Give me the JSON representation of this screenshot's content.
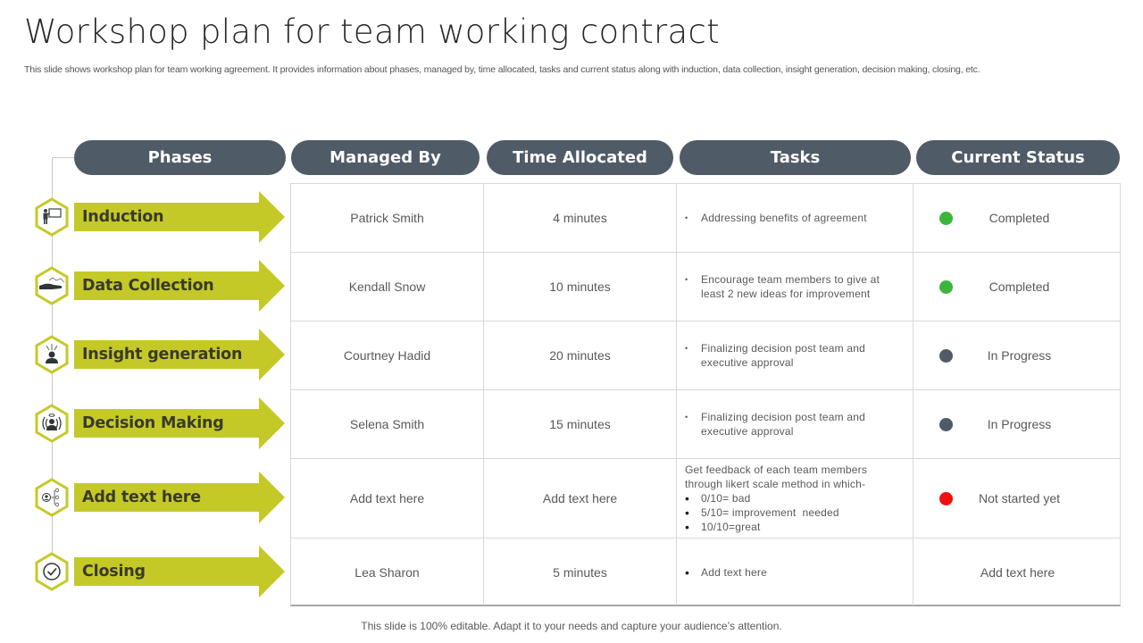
{
  "slide": {
    "title": "Workshop plan for team working contract",
    "subtitle": "This slide shows workshop plan for team working agreement. It provides information about phases, managed by, time allocated, tasks and current status along with induction, data collection, insight generation, decision making, closing, etc.",
    "footer": "This slide is 100% editable. Adapt it to your needs and capture your audience’s attention."
  },
  "colors": {
    "header_pill": "#4f5b66",
    "arrow": "#c5c927",
    "hex_border": "#c5c927",
    "completed": "#3db53d",
    "in_progress": "#4f5b66",
    "not_started": "#ee1111"
  },
  "table": {
    "headers": [
      "Phases",
      "Managed By",
      "Time Allocated",
      "Tasks",
      "Current Status"
    ],
    "rows": [
      {
        "phase": "Induction",
        "icon": "presenter-board-icon",
        "managed_by": "Patrick Smith",
        "time": "4 minutes",
        "tasks": {
          "intro": "",
          "bullets": [
            "Addressing benefits of agreement"
          ]
        },
        "status": "Completed",
        "status_color": "#3db53d"
      },
      {
        "phase": "Data Collection",
        "icon": "hand-data-icon",
        "managed_by": "Kendall Snow",
        "time": "10 minutes",
        "tasks": {
          "intro": "",
          "bullets": [
            "Encourage team members to give at least 2 new ideas for improvement"
          ]
        },
        "status": "Completed",
        "status_color": "#3db53d"
      },
      {
        "phase": "Insight generation",
        "icon": "person-ideas-icon",
        "managed_by": "Courtney Hadid",
        "time": "20 minutes",
        "tasks": {
          "intro": "",
          "bullets": [
            "Finalizing decision post team and executive approval"
          ]
        },
        "status": "In Progress",
        "status_color": "#4f5b66"
      },
      {
        "phase": "Decision Making",
        "icon": "person-broadcast-icon",
        "managed_by": "Selena Smith",
        "time": "15 minutes",
        "tasks": {
          "intro": "",
          "bullets": [
            "Finalizing decision post team and executive approval"
          ]
        },
        "status": "In Progress",
        "status_color": "#4f5b66"
      },
      {
        "phase": "Add text here",
        "icon": "person-network-icon",
        "managed_by": "Add text here",
        "time": "Add text here",
        "tasks": {
          "intro": "Get feedback of each team members through likert scale method in which-",
          "bullets": [
            "0/10= bad",
            "5/10= improvement  needed",
            "10/10=great"
          ]
        },
        "status": "Not started yet",
        "status_color": "#ee1111"
      },
      {
        "phase": "Closing",
        "icon": "check-circle-icon",
        "managed_by": "Lea Sharon",
        "time": "5 minutes",
        "tasks": {
          "intro": "",
          "bullets": [
            "Add text here"
          ]
        },
        "status": "Add text here",
        "status_color": ""
      }
    ]
  }
}
